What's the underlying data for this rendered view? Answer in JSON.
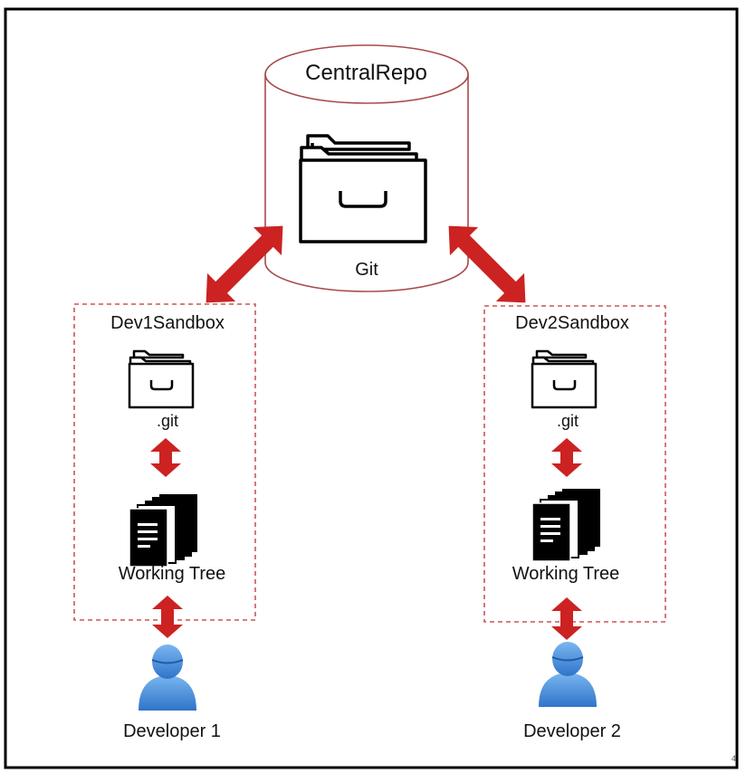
{
  "central_repo": {
    "title": "CentralRepo",
    "folder_icon": "folder-drawer-icon",
    "label": "Git"
  },
  "sandboxes": [
    {
      "title": "Dev1Sandbox",
      "repo_label": ".git",
      "tree_label": "Working Tree",
      "developer": "Developer 1"
    },
    {
      "title": "Dev2Sandbox",
      "repo_label": ".git",
      "tree_label": "Working Tree",
      "developer": "Developer 2"
    }
  ],
  "page_number": "4",
  "colors": {
    "arrow": "#cc2222",
    "cylinder_stroke": "#a84a4a",
    "sandbox_border": "#cc5555",
    "user_icon": "#3a86d8",
    "frame": "#000000"
  }
}
